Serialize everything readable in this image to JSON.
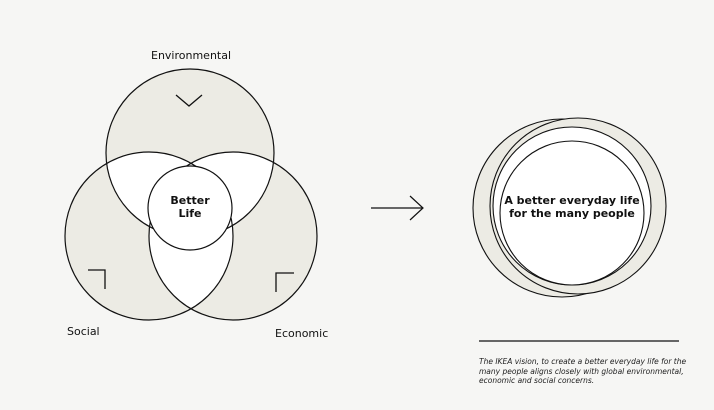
{
  "venn": {
    "top_label": "Environmental",
    "left_label": "Social",
    "right_label": "Economic",
    "center_text": [
      "Better",
      "Life"
    ]
  },
  "result": {
    "center_text": [
      "A better everyday life",
      "for the many people"
    ]
  },
  "caption": "The IKEA vision, to create a better everyday life for the many people aligns closely with global environmental, economic and social concerns.",
  "colors": {
    "fill": "#ecebe4",
    "stroke": "#111111",
    "center": "#ffffff",
    "background": "#f6f6f4"
  },
  "icons": [
    "chevron-down-icon",
    "corner-bracket-icon",
    "arrow-right-icon"
  ]
}
